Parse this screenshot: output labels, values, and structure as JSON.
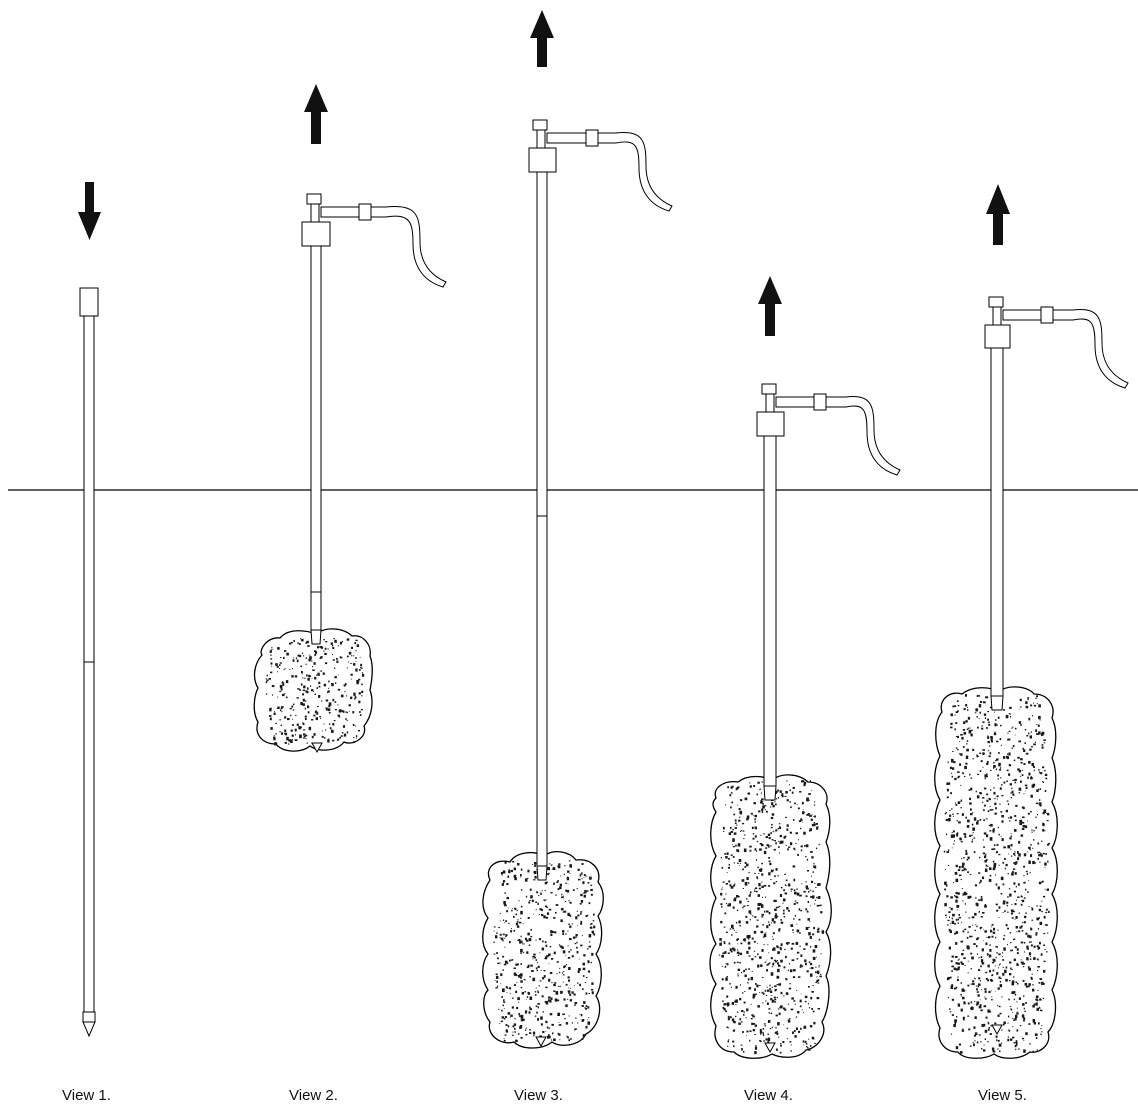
{
  "figure": {
    "views": [
      {
        "id": "view-1",
        "label": "View 1.",
        "arrow_direction": "down",
        "grout_stages": 0,
        "pump_attached": false
      },
      {
        "id": "view-2",
        "label": "View 2.",
        "arrow_direction": "up",
        "grout_stages": 1,
        "pump_attached": true
      },
      {
        "id": "view-3",
        "label": "View 3.",
        "arrow_direction": "up",
        "grout_stages": 2,
        "pump_attached": true
      },
      {
        "id": "view-4",
        "label": "View 4.",
        "arrow_direction": "up",
        "grout_stages": 3,
        "pump_attached": true
      },
      {
        "id": "view-5",
        "label": "View 5.",
        "arrow_direction": "up",
        "grout_stages": 4,
        "pump_attached": true
      }
    ],
    "colors": {
      "line": "#000000",
      "fill": "#ffffff",
      "speckle": "#1a1a1a"
    }
  }
}
